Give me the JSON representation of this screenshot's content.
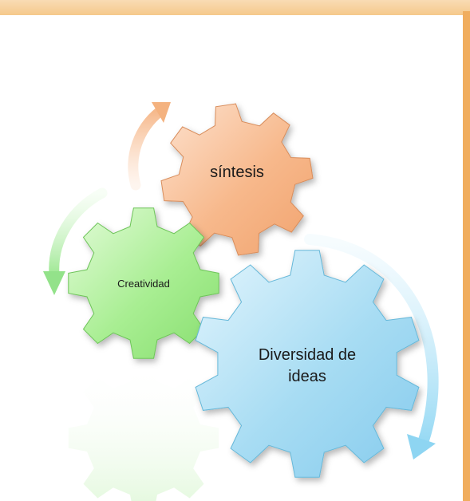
{
  "diagram": {
    "gears": [
      {
        "id": "sintesis",
        "label": "síntesis",
        "fill": "#f6b98c",
        "stroke": "#d88d5c"
      },
      {
        "id": "creatividad",
        "label": "Creatividad",
        "fill": "#a9ef93",
        "stroke": "#6dc459"
      },
      {
        "id": "diversidad",
        "label": "Diversidad de ideas",
        "fill": "#a8def4",
        "stroke": "#66b8d9"
      }
    ],
    "colors": {
      "top_bar": "#f5c98b",
      "right_bar": "#f0ad5e",
      "arrow_orange": "#f7c29c",
      "arrow_green": "#b5efb0",
      "arrow_blue": "#b9e7f8"
    }
  }
}
